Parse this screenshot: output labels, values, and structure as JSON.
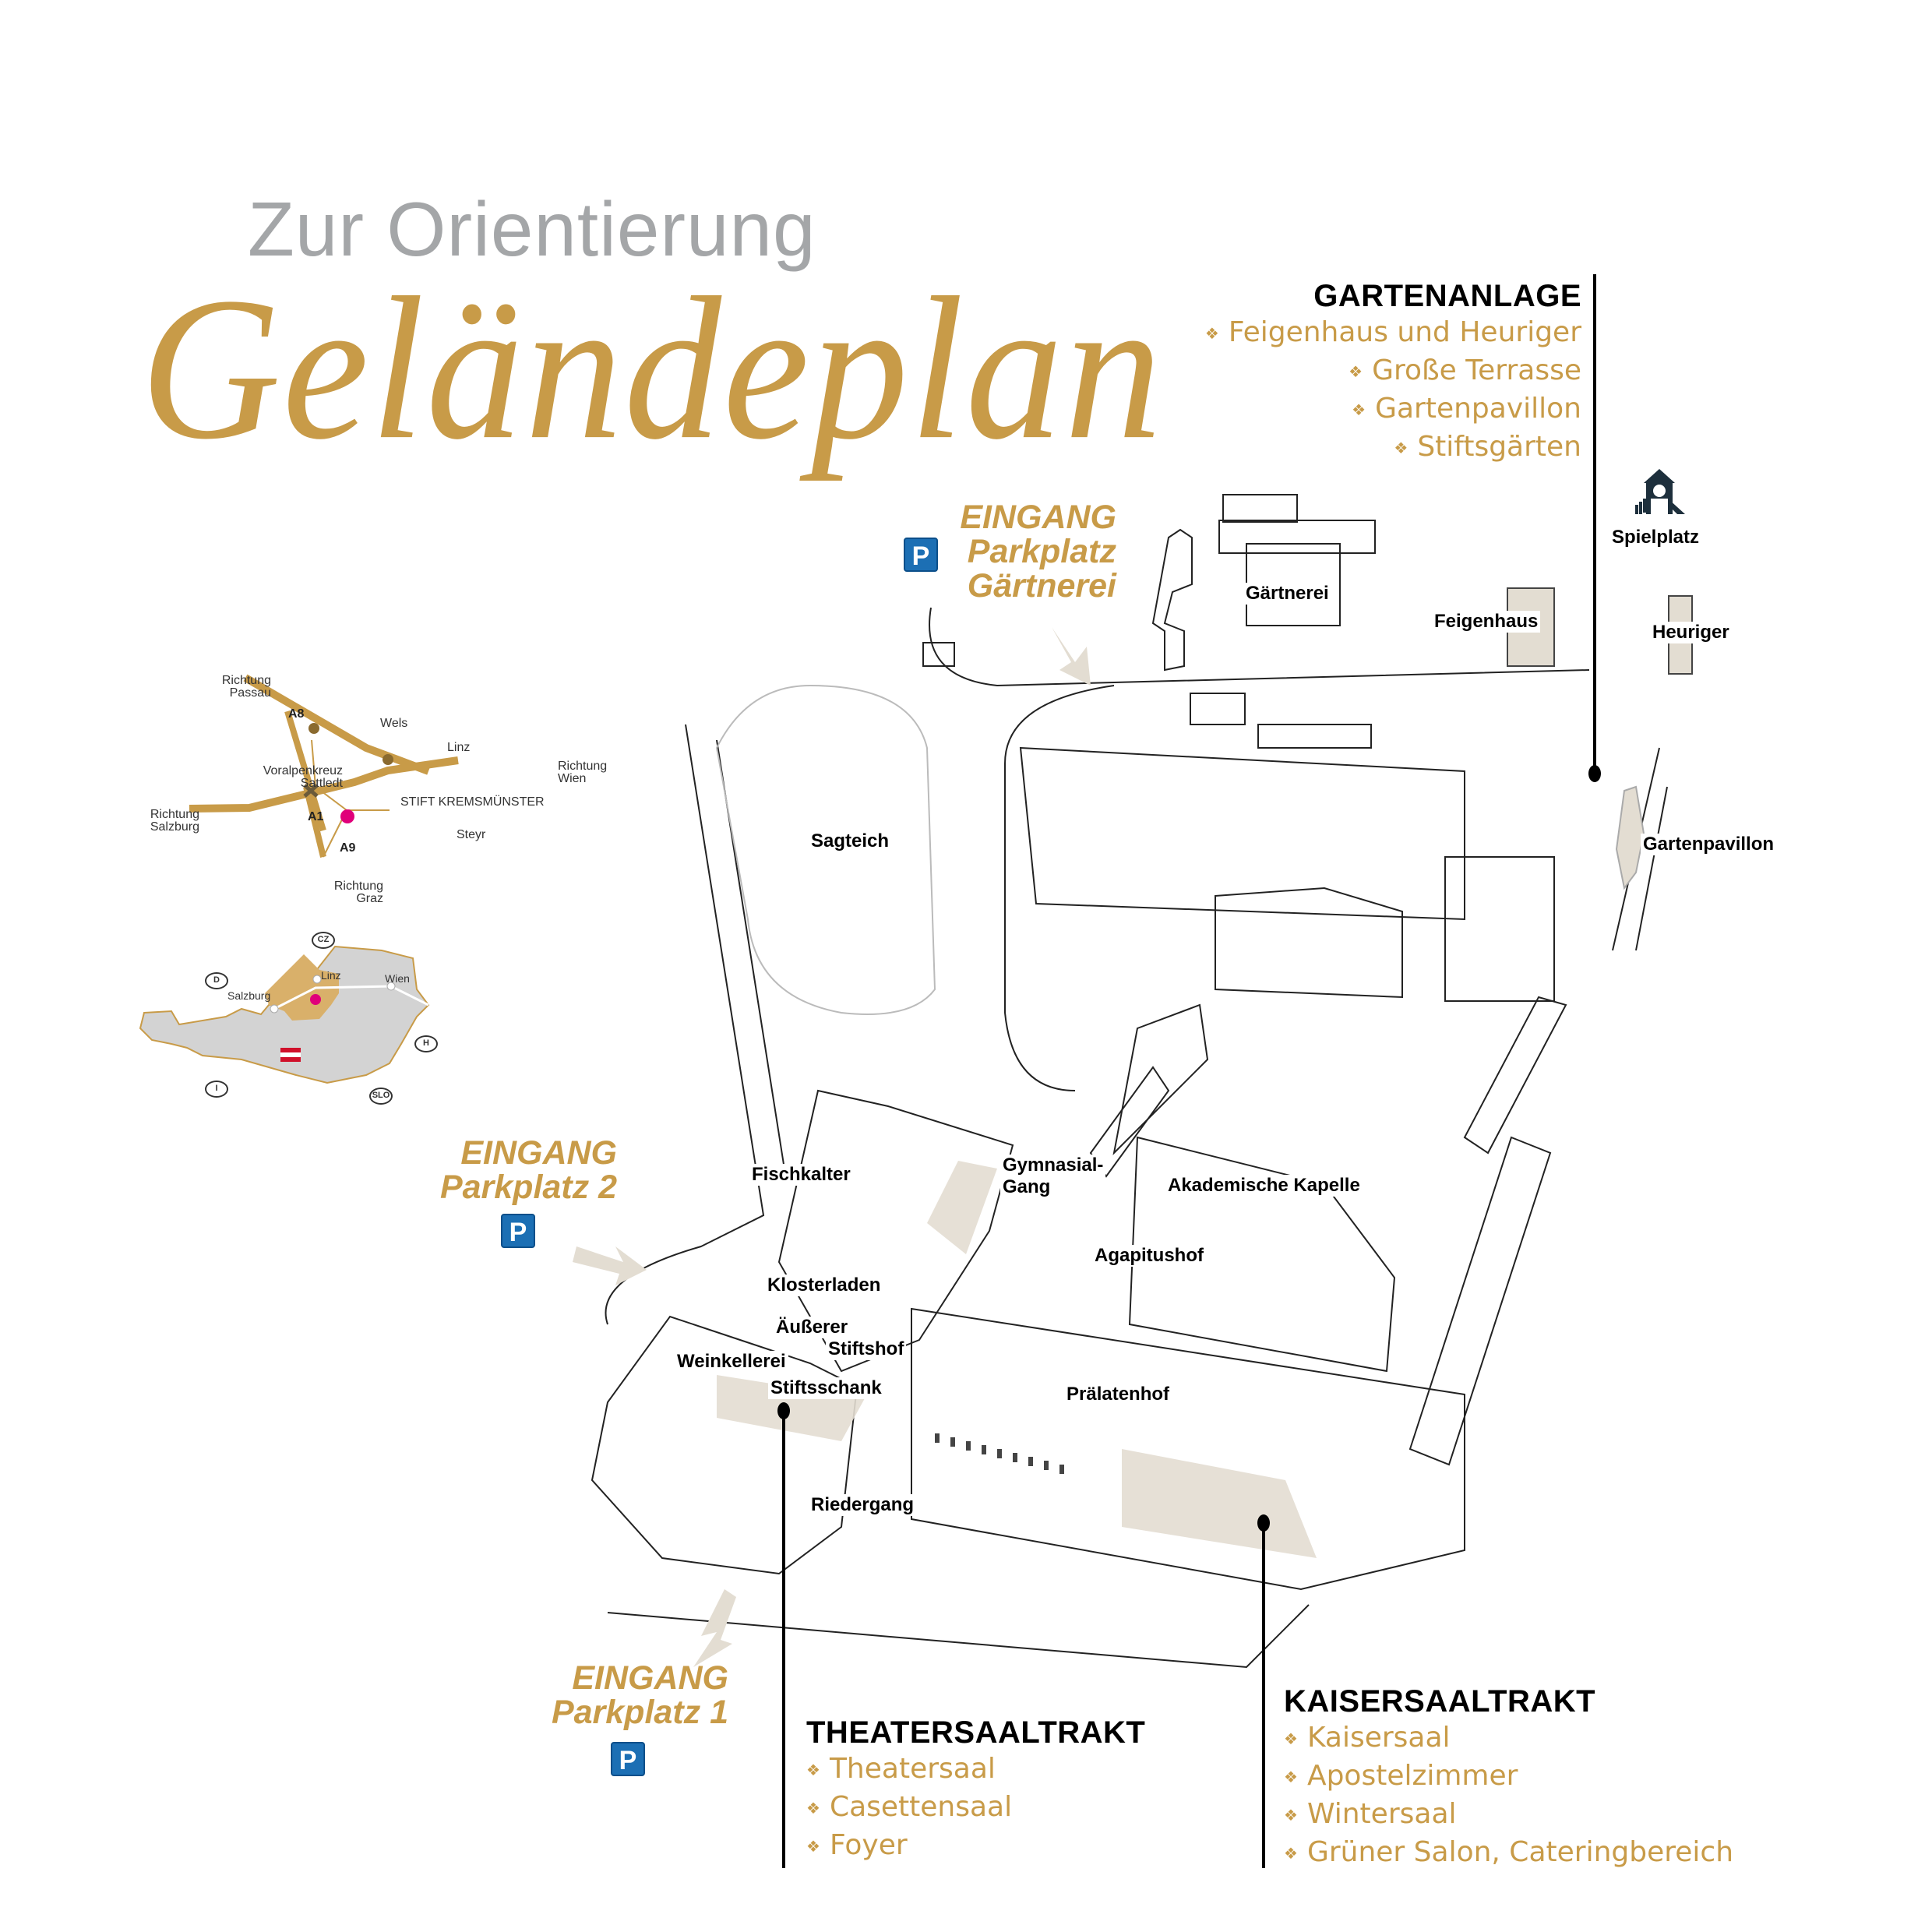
{
  "header": {
    "subtitle": "Zur Orientierung",
    "title": "Geländeplan"
  },
  "colors": {
    "gold": "#c89b48",
    "grey_text": "#a4a6a8",
    "parking_blue": "#1c6fb4",
    "highlight_beige": "#e3ddd2",
    "stift_marker": "#e0007a",
    "austria_red": "#d0102a"
  },
  "entrances": [
    {
      "id": "gaertnerei",
      "line1": "EINGANG",
      "line2": "Parkplatz",
      "line3": "Gärtnerei",
      "parking": "P"
    },
    {
      "id": "parkplatz2",
      "line1": "EINGANG",
      "line2": "Parkplatz 2",
      "parking": "P"
    },
    {
      "id": "parkplatz1",
      "line1": "EINGANG",
      "line2": "Parkplatz 1",
      "parking": "P"
    }
  ],
  "sections": {
    "gartenanlage": {
      "title": "GARTENANLAGE",
      "items": [
        "Feigenhaus und Heuriger",
        "Große Terrasse",
        "Gartenpavillon",
        "Stiftsgärten"
      ]
    },
    "theatersaaltrakt": {
      "title": "THEATERSAALTRAKT",
      "items": [
        "Theatersaal",
        "Casettensaal",
        "Foyer"
      ]
    },
    "kaisersaaltrakt": {
      "title": "KAISERSAALTRAKT",
      "items": [
        "Kaisersaal",
        "Apostelzimmer",
        "Wintersaal",
        "Grüner Salon, Cateringbereich"
      ]
    },
    "bullet": "❖"
  },
  "map_labels": {
    "spielplatz": "Spielplatz",
    "gaertnerei": "Gärtnerei",
    "feigenhaus": "Feigenhaus",
    "heuriger": "Heuriger",
    "gartenpavillon": "Gartenpavillon",
    "sagteich": "Sagteich",
    "fischkalter": "Fischkalter",
    "gymnasial_1": "Gymnasial-",
    "gymnasial_2": "Gang",
    "akademische_kapelle": "Akademische Kapelle",
    "agapitushof": "Agapitushof",
    "klosterladen": "Klosterladen",
    "aeusserer_1": "Äußerer",
    "aeusserer_2": "Stiftshof",
    "weinkellerei": "Weinkellerei",
    "stiftsschank": "Stiftsschank",
    "praelatenhof": "Prälatenhof",
    "riedergang": "Riedergang"
  },
  "road_map": {
    "richtung_passau_1": "Richtung",
    "richtung_passau_2": "Passau",
    "a8": "A8",
    "wels": "Wels",
    "linz": "Linz",
    "richtung_wien_1": "Richtung",
    "richtung_wien_2": "Wien",
    "voralpenkreuz_1": "Voralpenkreuz",
    "voralpenkreuz_2": "Sattledt",
    "stift": "STIFT KREMSMÜNSTER",
    "richtung_salzburg_1": "Richtung",
    "richtung_salzburg_2": "Salzburg",
    "a1": "A1",
    "steyr": "Steyr",
    "a9": "A9",
    "richtung_graz_1": "Richtung",
    "richtung_graz_2": "Graz"
  },
  "austria_map": {
    "cz": "CZ",
    "d": "D",
    "h": "H",
    "i": "I",
    "slo": "SLO",
    "linz": "Linz",
    "wien": "Wien",
    "salzburg": "Salzburg"
  }
}
